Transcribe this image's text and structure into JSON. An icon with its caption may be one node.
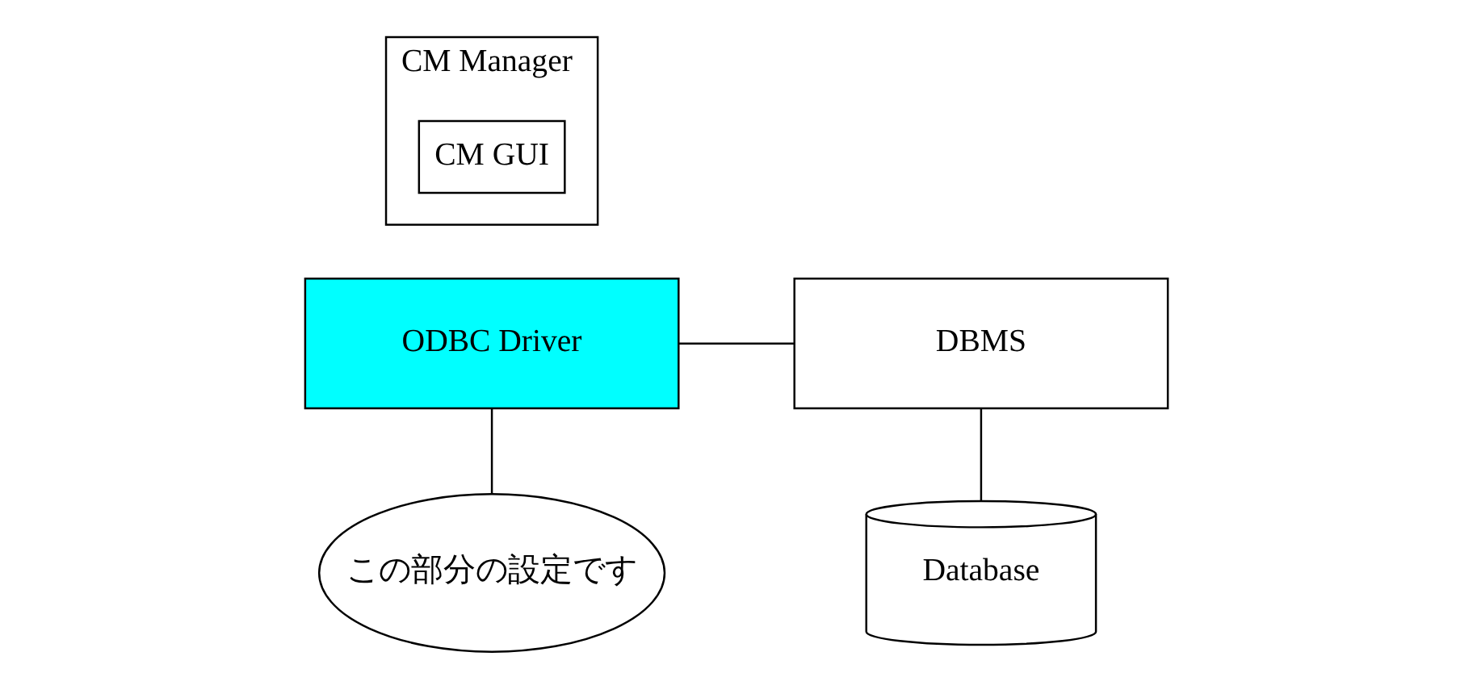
{
  "diagram": {
    "nodes": [
      {
        "text": [
          "CM Manager"
        ]
      },
      {
        "text": [
          "CM GUI"
        ],
        "in": 0
      },
      {
        "text": [
          "ODBC Driver"
        ]
      },
      {
        "text": [
          "DBMS"
        ]
      },
      {
        "text": [
          "Database"
        ]
      },
      {
        "text": [
          "この部分の設定です"
        ]
      }
    ],
    "edges": [
      {
        "from": 2,
        "to": 3,
        "arrow": "none"
      },
      {
        "from": 3,
        "to": 4,
        "arrow": "none"
      },
      {
        "from": 5,
        "to": 2,
        "arrow": "none"
      }
    ]
  }
}
